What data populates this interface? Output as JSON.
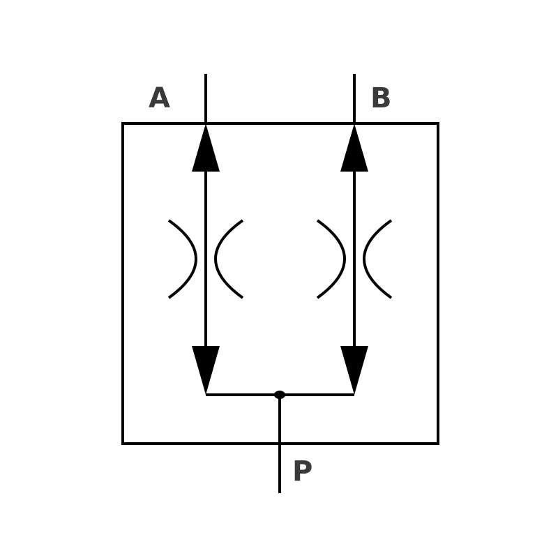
{
  "ports": {
    "a_label": "A",
    "b_label": "B",
    "p_label": "P"
  },
  "colors": {
    "line": "#000000",
    "label": "#3a3a3a",
    "background": "#ffffff"
  }
}
